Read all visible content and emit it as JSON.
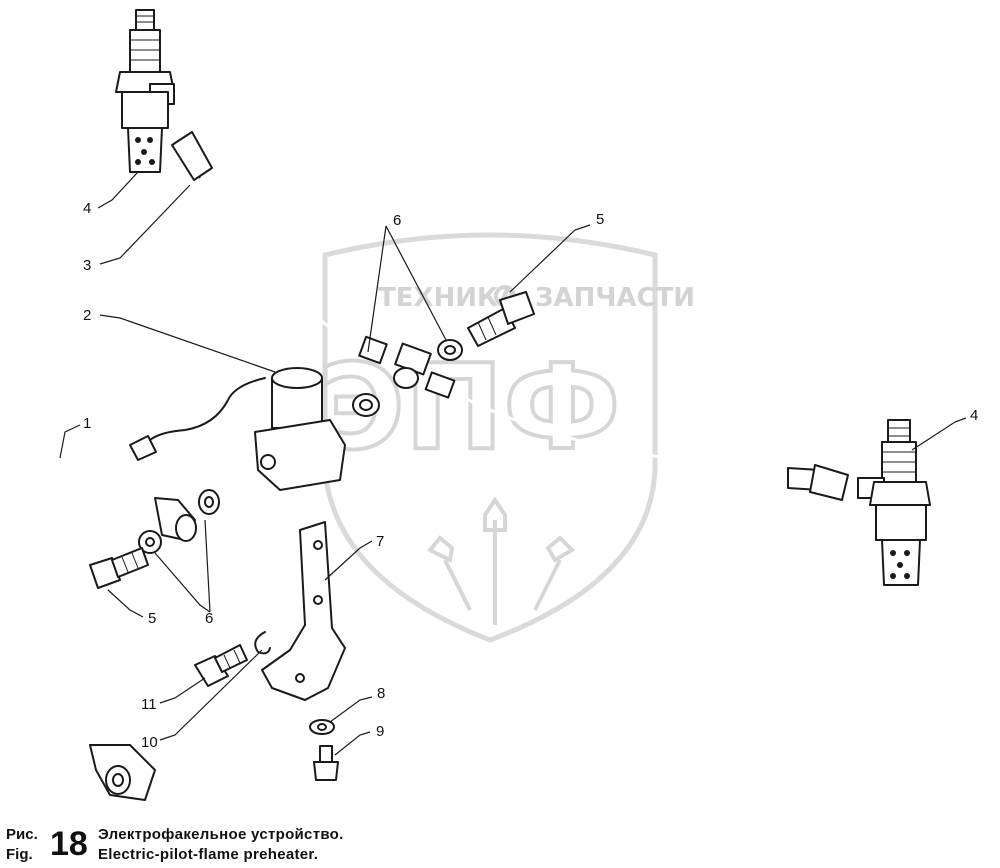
{
  "watermark": {
    "left_text": "ТЕХНИКА",
    "right_text": "ЗАПЧАСТИ",
    "logo_text": "ЭПФ"
  },
  "callouts": [
    "1",
    "2",
    "3",
    "4",
    "4",
    "5",
    "5",
    "6",
    "6",
    "7",
    "8",
    "9",
    "10",
    "11"
  ],
  "caption": {
    "prefix_ru": "Рис.",
    "prefix_en": "Fig.",
    "number": "18",
    "title_ru": "Электрофакельное  устройство.",
    "title_en": "Electric-pilot-flame  preheater."
  }
}
